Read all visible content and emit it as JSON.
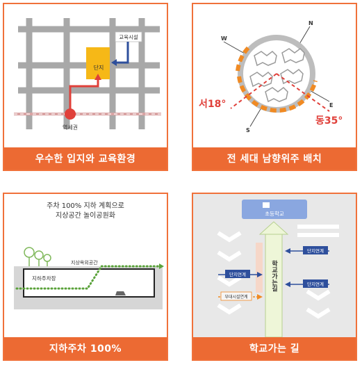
{
  "panels": [
    {
      "caption": "우수한 입지와 교육환경",
      "labels": {
        "school": "교육시설",
        "complex": "단지",
        "station": "역세권"
      }
    },
    {
      "caption": "전 세대 남향위주 배치",
      "labels": {
        "west_angle": "서18°",
        "east_angle": "동35°",
        "n": "N",
        "w": "W",
        "e": "E",
        "s": "S"
      }
    },
    {
      "caption": "지하주차 100%",
      "labels": {
        "headline_1": "주차 100% 지하 계획으로",
        "headline_2": "지상공간 놀이공원화",
        "ground": "지상옥외공간",
        "parking": "지하주차장"
      }
    },
    {
      "caption": "학교가는 길",
      "labels": {
        "school": "초등학교",
        "path": "학교가는길",
        "link_1": "단지연계",
        "link_2": "단지연계",
        "link_3": "단지연계",
        "amenity": "부대시설연계"
      }
    }
  ],
  "colors": {
    "accent": "#ec6a33",
    "red": "#e0403a",
    "yellow": "#f6b817",
    "blue": "#2e4f9c",
    "green": "#5aa23a"
  }
}
